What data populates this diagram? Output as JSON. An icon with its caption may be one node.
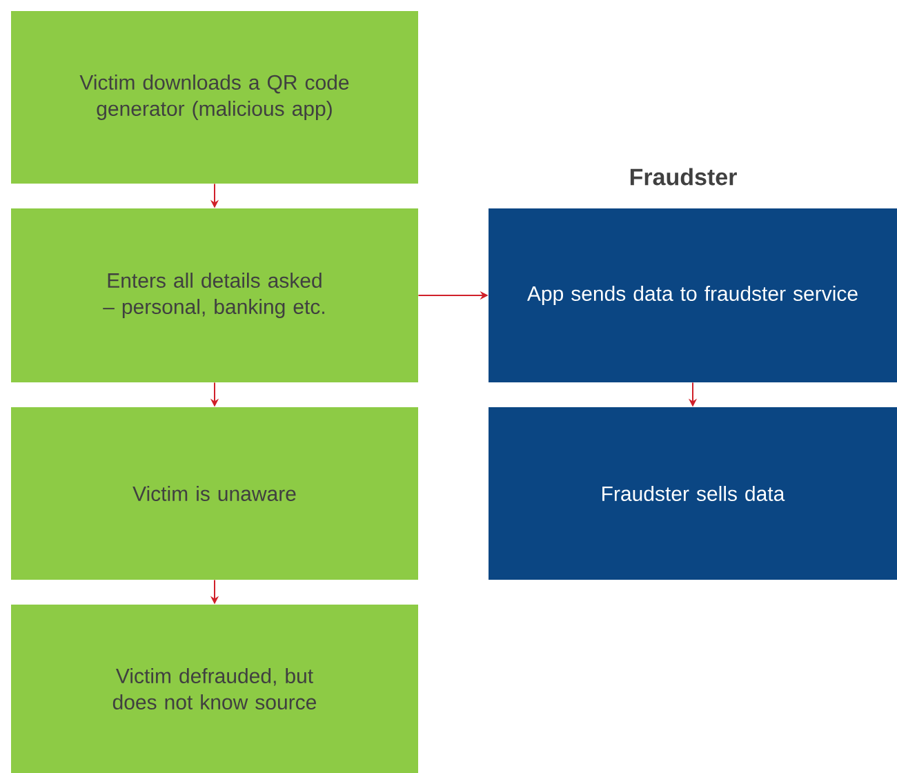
{
  "diagram": {
    "nodes": [
      {
        "text": [
          "Victim downloads a QR code generator (malicious app)"
        ]
      },
      {
        "text": [
          "Enters all details asked – personal, banking etc."
        ]
      },
      {
        "text": [
          "Victim is unaware"
        ]
      },
      {
        "text": [
          "Victim defrauded, but does not know source"
        ]
      },
      {
        "text": [
          "App sends data to fraudster service"
        ]
      },
      {
        "text": [
          "Fraudster sells data"
        ]
      }
    ],
    "edges": [
      {
        "from": 0,
        "to": 1,
        "arrow": "to"
      },
      {
        "from": 1,
        "to": 2,
        "arrow": "to"
      },
      {
        "from": 2,
        "to": 3,
        "arrow": "to"
      },
      {
        "from": 1,
        "to": 4,
        "arrow": "to"
      },
      {
        "from": 4,
        "to": 5,
        "arrow": "to"
      }
    ],
    "labels": [
      "Fraudster"
    ]
  }
}
